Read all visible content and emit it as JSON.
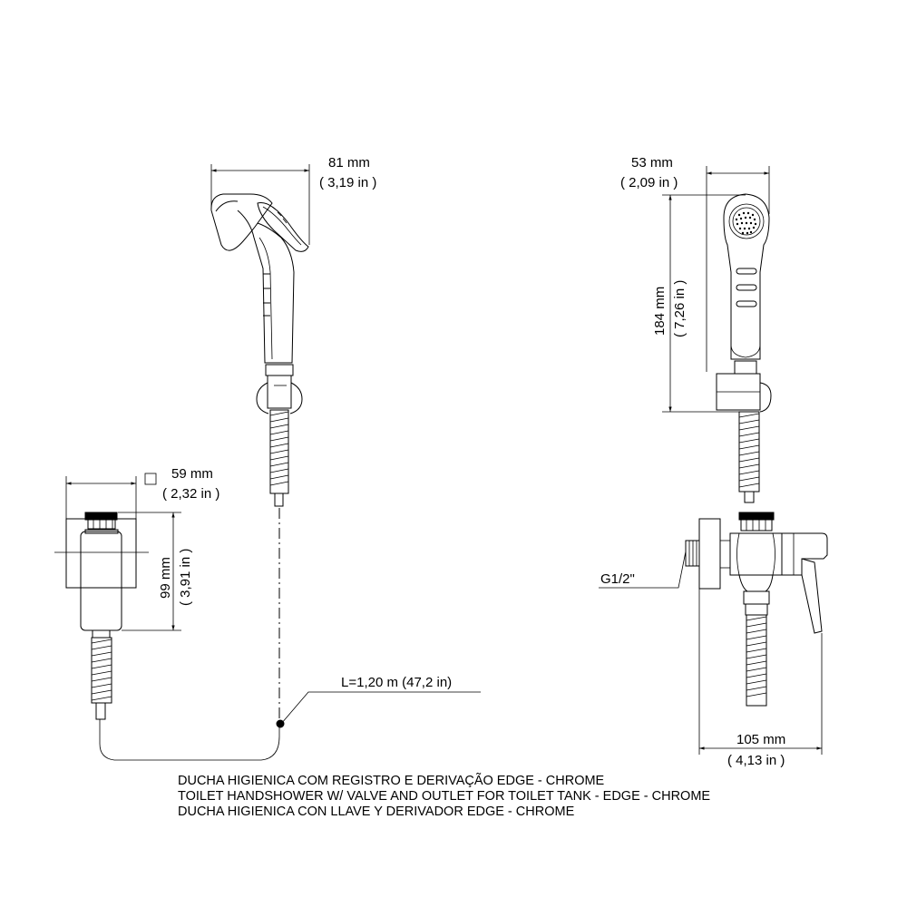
{
  "dimensions": {
    "handshower_width_mm": "81 mm",
    "handshower_width_in": "( 3,19 in )",
    "side_width_mm": "53 mm",
    "side_width_in": "( 2,09 in )",
    "side_height_mm": "184 mm",
    "side_height_in": "( 7,26 in )",
    "outlet_width_mm": "59 mm",
    "outlet_width_in": "( 2,32 in )",
    "outlet_height_mm": "99 mm",
    "outlet_height_in": "( 3,91 in )",
    "hose_length": "L=1,20 m (47,2 in)",
    "valve_width_mm": "105 mm",
    "valve_width_in": "( 4,13 in )",
    "thread": "G1/2\""
  },
  "caption": {
    "line_pt": "DUCHA HIGIENICA COM REGISTRO E DERIVAÇÃO EDGE - CHROME",
    "line_en": "TOILET HANDSHOWER W/ VALVE AND OUTLET FOR TOILET TANK - EDGE - CHROME",
    "line_es": "DUCHA HIGIENICA CON LLAVE Y DERIVADOR EDGE - CHROME"
  }
}
